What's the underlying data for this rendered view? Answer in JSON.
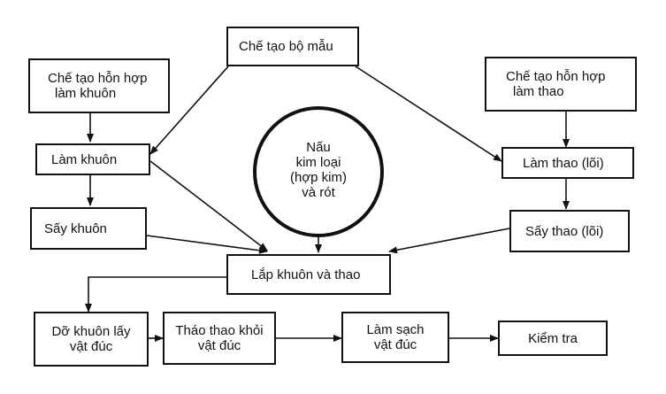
{
  "diagram": {
    "top": {
      "line1": "Chế tạo bộ mẫu"
    },
    "mix_mold": {
      "line1": "Chế tạo hỗn hợp",
      "line2": "làm khuôn"
    },
    "mix_core": {
      "line1": "Chế tạo hỗn hợp",
      "line2": "làm thao"
    },
    "make_mold": {
      "line1": "Làm khuôn"
    },
    "make_core": {
      "line1": "Làm thao (lõi)"
    },
    "dry_mold": {
      "line1": "Sấy khuôn"
    },
    "dry_core": {
      "line1": "Sấy thao (lõi)"
    },
    "melt": {
      "line1": "Nấu",
      "line2": "kim loại",
      "line3": "(hợp kim)",
      "line4": "và rót"
    },
    "assemble": {
      "line1": "Lắp khuôn và thao"
    },
    "remove": {
      "line1": "Dỡ khuôn lấy",
      "line2": "vật đúc"
    },
    "core_out": {
      "line1": "Tháo thao khỏi",
      "line2": "vật đúc"
    },
    "clean": {
      "line1": "Làm sạch",
      "line2": "vật đúc"
    },
    "inspect": {
      "line1": "Kiểm tra"
    }
  },
  "colors": {
    "line": "#111111",
    "background": "#ffffff"
  }
}
